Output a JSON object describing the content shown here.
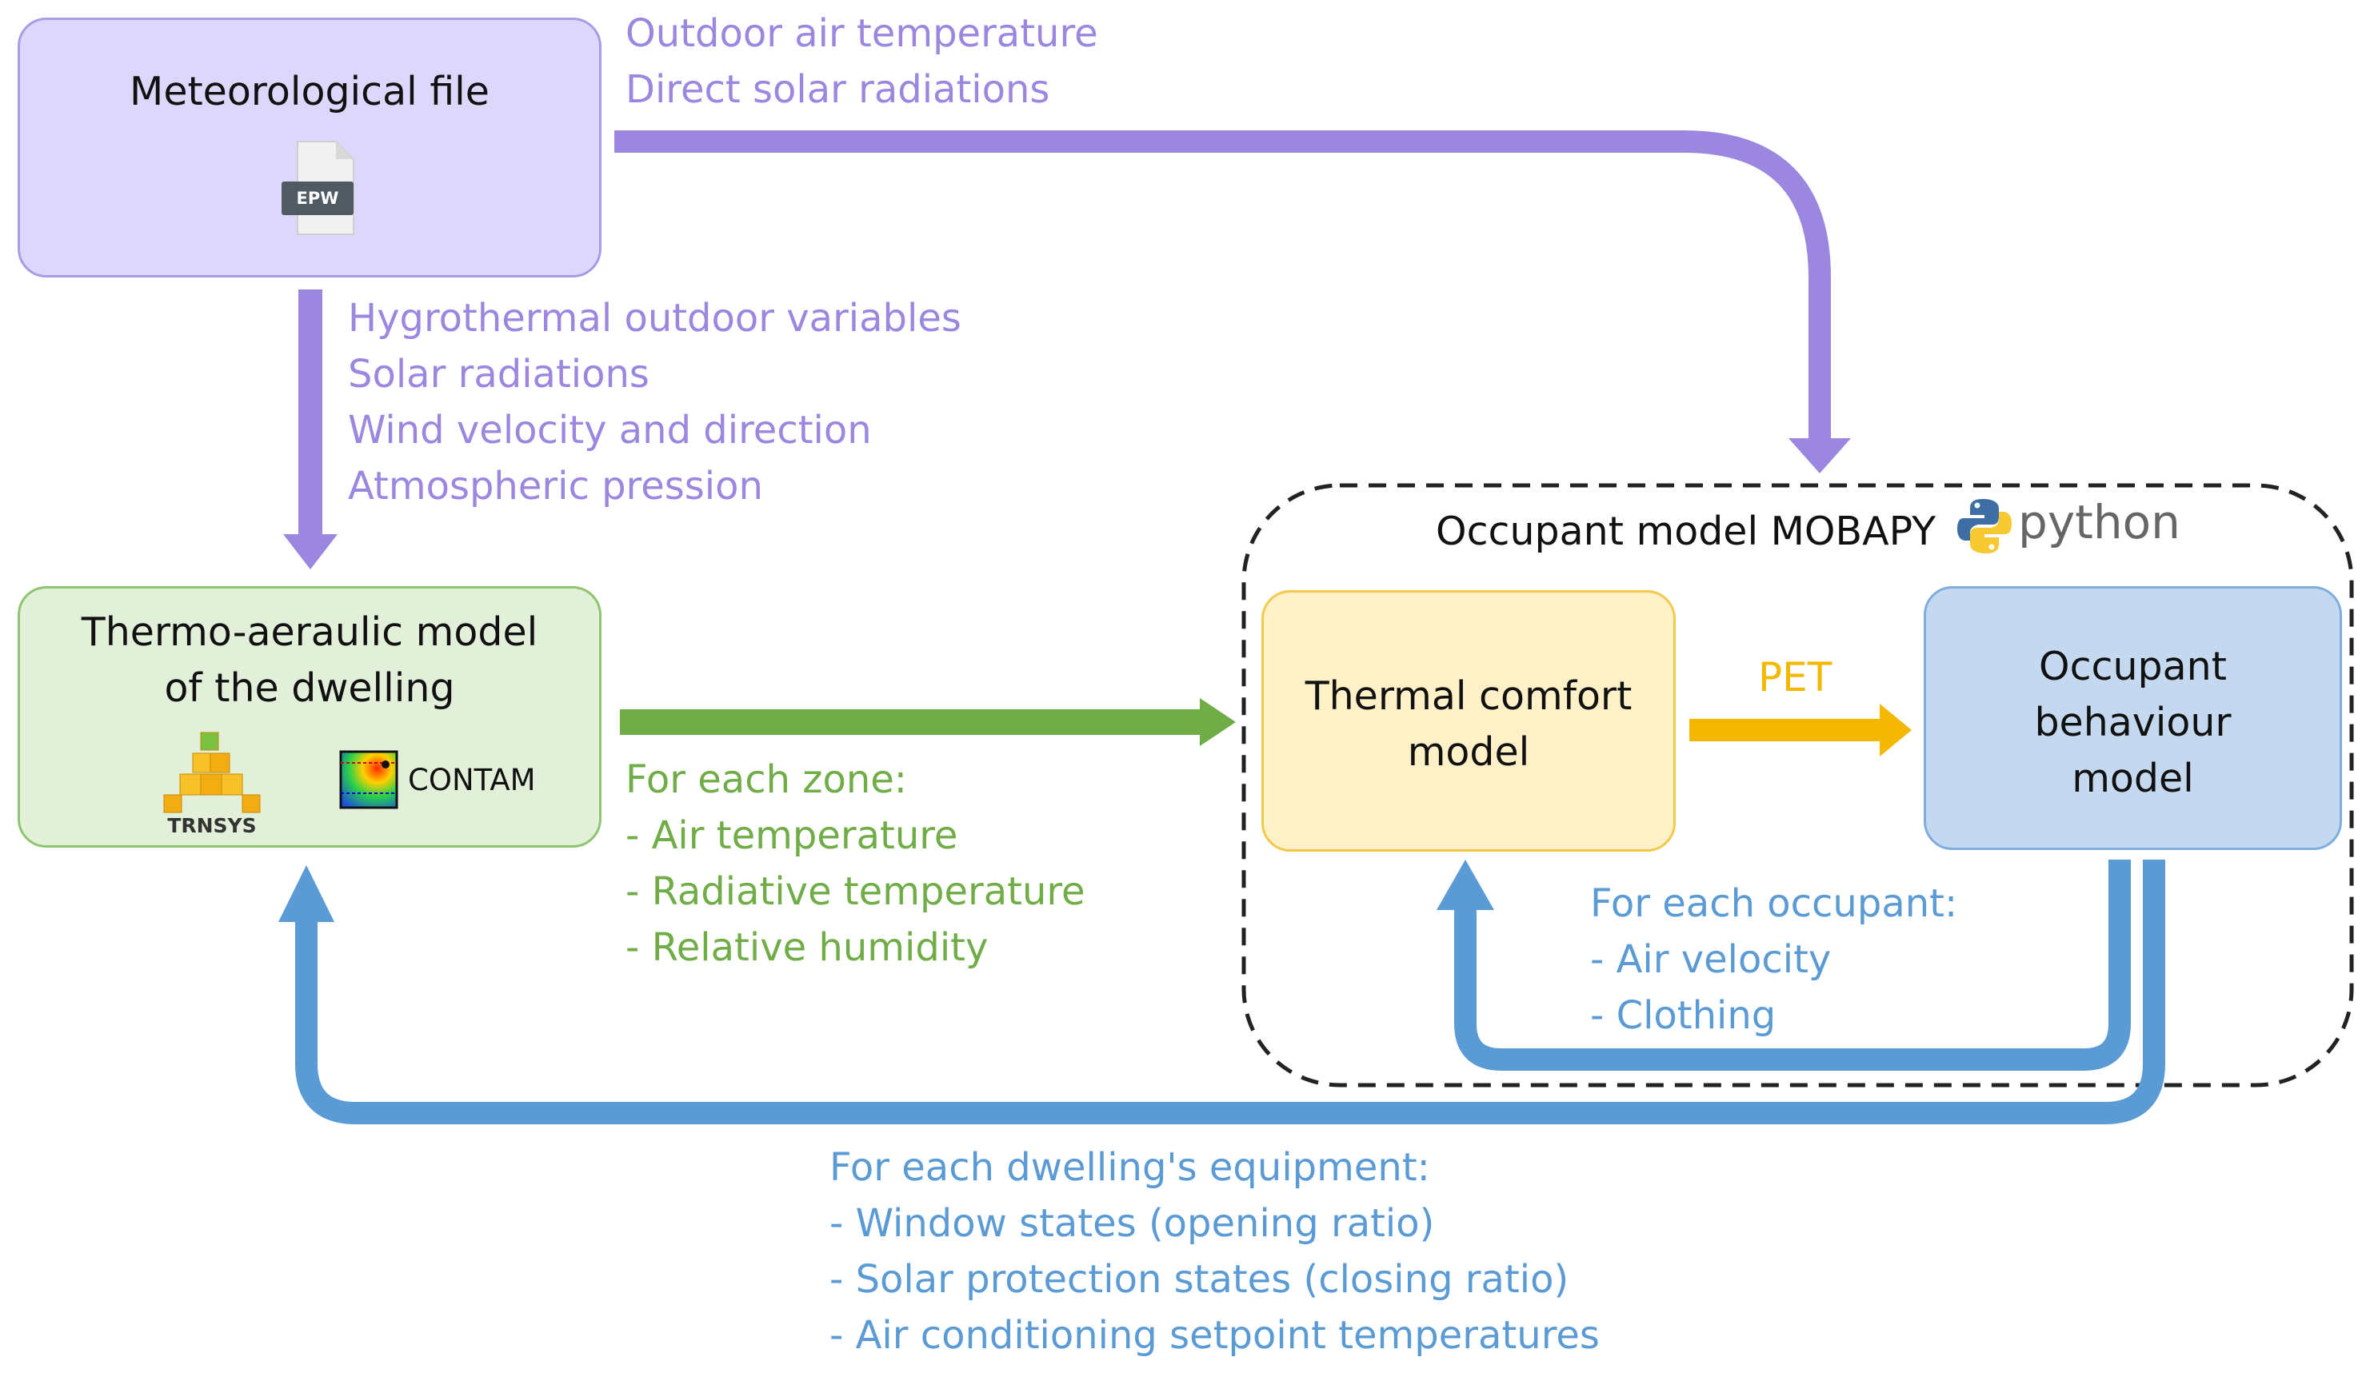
{
  "colors": {
    "purple": "#9b86e0",
    "green": "#70ad47",
    "blue": "#5b9bd5",
    "orange": "#f5b800"
  },
  "meteo": {
    "title": "Meteorological file",
    "file_icon_label": "EPW",
    "outputs": [
      "Outdoor air temperature",
      "Direct solar radiations"
    ],
    "thermo_outputs": [
      "Hygrothermal outdoor variables",
      "Solar radiations",
      "Wind velocity and direction",
      "Atmospheric pression"
    ]
  },
  "thermo": {
    "title_line1": "Thermo-aeraulic model",
    "title_line2": "of the dwelling",
    "logo1": "TRNSYS",
    "logo2": "CONTAM",
    "outputs": [
      "For each zone:",
      "- Air temperature",
      "- Radiative temperature",
      "- Relative humidity"
    ]
  },
  "mobapy": {
    "title": "Occupant model MOBAPY",
    "python_logo_text": "python",
    "comfort": {
      "line1": "Thermal comfort",
      "line2": "model"
    },
    "pet_label": "PET",
    "behaviour": {
      "line1": "Occupant",
      "line2": "behaviour",
      "line3": "model"
    },
    "occupant_outputs": [
      "For each occupant:",
      "- Air velocity",
      "- Clothing"
    ]
  },
  "equipment_outputs": [
    "For each dwelling's equipment:",
    "- Window states (opening ratio)",
    "- Solar protection states (closing ratio)",
    "- Air conditioning setpoint temperatures"
  ]
}
